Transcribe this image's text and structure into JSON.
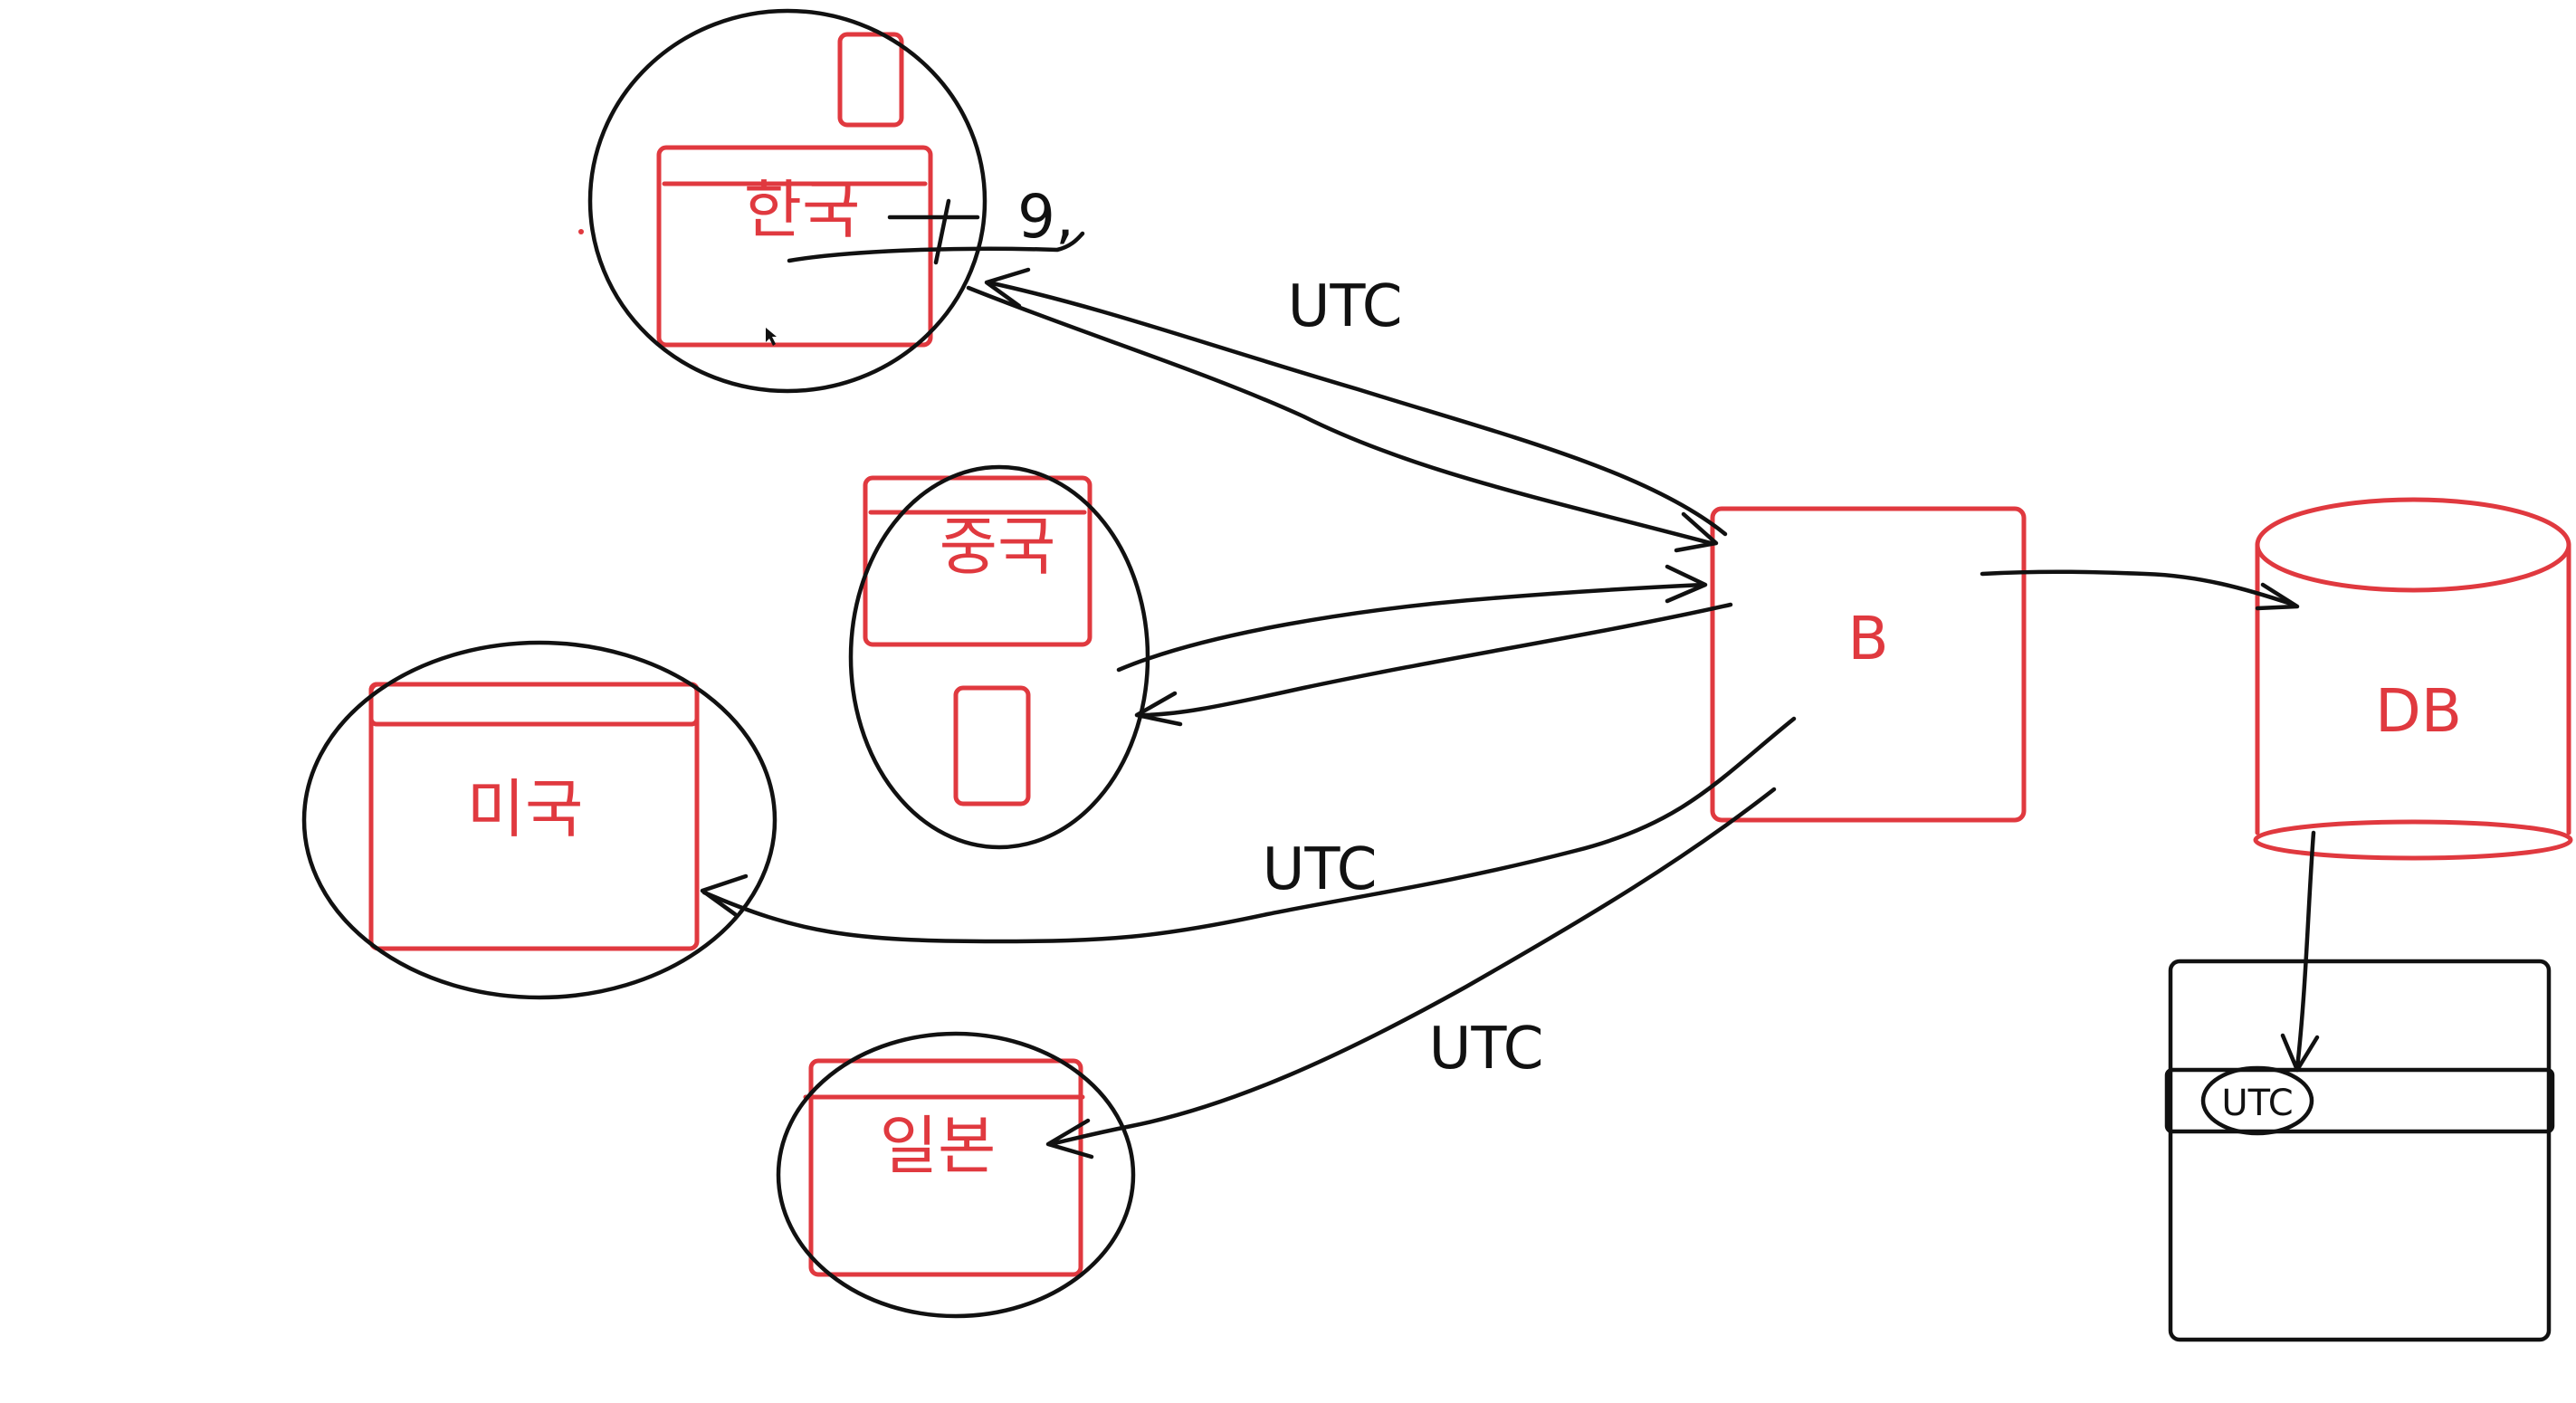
{
  "labels": {
    "korea": "한국",
    "china": "중국",
    "usa": "미국",
    "japan": "일본",
    "server": "B",
    "database": "DB",
    "utc_top": "UTC",
    "utc_middle": "UTC",
    "utc_bottom": "UTC",
    "utc_table": "UTC",
    "offset_note": "9,"
  },
  "colors": {
    "red": "#e0393f",
    "black": "#111111",
    "background": "#ffffff"
  }
}
